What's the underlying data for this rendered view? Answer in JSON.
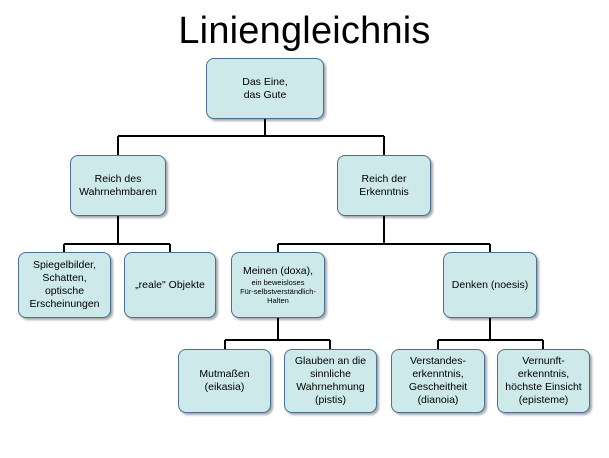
{
  "diagram": {
    "title": "Liniengleichnis",
    "nodes": {
      "root": "Das Eine,\ndas Gute",
      "reich_wahrnehmbaren": "Reich des\nWahrnehmbaren",
      "reich_erkenntnis": "Reich der\nErkenntnis",
      "spiegelbilder": "Spiegelbilder,\nSchatten,\noptische\nErscheinungen",
      "reale_objekte": "„reale\" Objekte",
      "meinen_main": "Meinen (doxa),",
      "meinen_sub": "ein beweisloses\nFür-selbstverständlich-\nHalten",
      "denken": "Denken (noesis)",
      "mutmassen": "Mutmaßen\n(eikasia)",
      "glauben": "Glauben an die\nsinnliche\nWahrnehmung\n(pistis)",
      "verstandes": "Verstandes-\nerkenntnis,\nGescheitheit\n(dianoia)",
      "vernunft": "Vernunft-\nerkenntnis,\nhöchste Einsicht\n(episteme)"
    }
  }
}
